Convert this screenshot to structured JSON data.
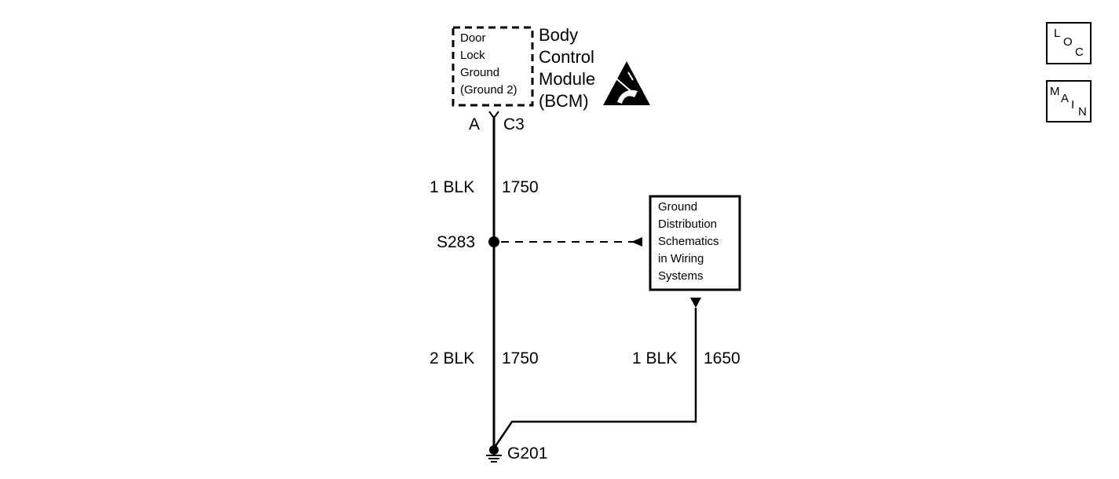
{
  "module": {
    "name_lines": [
      "Body",
      "Control",
      "Module",
      "(BCM)"
    ],
    "pin_lines": [
      "Door",
      "Lock",
      "Ground",
      "(Ground 2)"
    ]
  },
  "connector": {
    "pin": "A",
    "id": "C3"
  },
  "wires": {
    "upper": {
      "gauge_color": "1 BLK",
      "circuit": "1750"
    },
    "lower": {
      "gauge_color": "2 BLK",
      "circuit": "1750"
    },
    "right": {
      "gauge_color": "1 BLK",
      "circuit": "1650"
    }
  },
  "splice": {
    "id": "S283"
  },
  "ground": {
    "id": "G201"
  },
  "reference_box": {
    "lines": [
      "Ground",
      "Distribution",
      "Schematics",
      "in Wiring",
      "Systems"
    ]
  },
  "nav": {
    "loc": {
      "letters": [
        "L",
        "O",
        "C"
      ]
    },
    "main": {
      "letters": [
        "M",
        "A",
        "I",
        "N"
      ]
    }
  },
  "icons": {
    "esd": "esd-warning-icon",
    "ground": "ground-symbol-icon"
  }
}
